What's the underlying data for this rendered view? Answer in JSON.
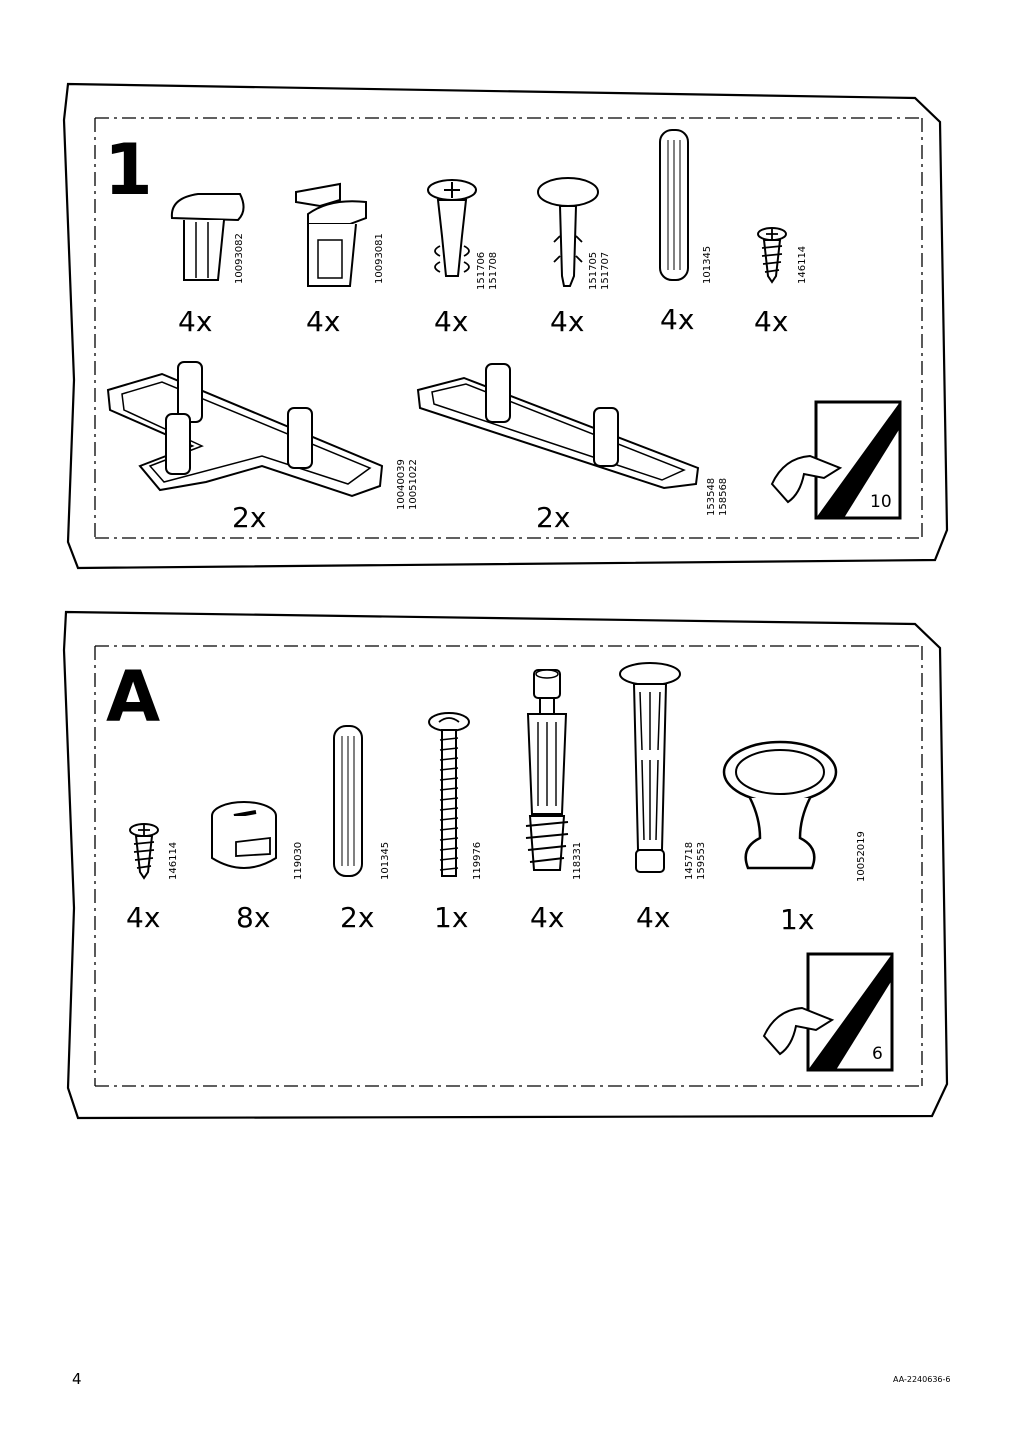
{
  "panel1": {
    "id": "1",
    "parts": [
      {
        "code": "10093082",
        "qty": "4x",
        "icon": "cap-fitting-icon"
      },
      {
        "code": "10093081",
        "qty": "4x",
        "icon": "bracket-clip-icon"
      },
      {
        "code": "151706\n151708",
        "qty": "4x",
        "icon": "expansion-plug-icon"
      },
      {
        "code": "151705\n151707",
        "qty": "4x",
        "icon": "round-head-plug-icon"
      },
      {
        "code": "101345",
        "qty": "4x",
        "icon": "wooden-dowel-icon"
      },
      {
        "code": "146114",
        "qty": "4x",
        "icon": "small-screw-icon"
      },
      {
        "code": "10040039\n10051022",
        "qty": "2x",
        "icon": "t-shaped-foot-icon"
      },
      {
        "code": "153548\n158568",
        "qty": "2x",
        "icon": "straight-foot-icon"
      }
    ],
    "booklet_page": "10"
  },
  "panelA": {
    "id": "A",
    "parts": [
      {
        "code": "146114",
        "qty": "4x",
        "icon": "small-screw-icon"
      },
      {
        "code": "119030",
        "qty": "8x",
        "icon": "cam-lock-icon"
      },
      {
        "code": "101345",
        "qty": "2x",
        "icon": "wooden-dowel-icon"
      },
      {
        "code": "119976",
        "qty": "1x",
        "icon": "long-bolt-icon"
      },
      {
        "code": "118331",
        "qty": "4x",
        "icon": "cam-bolt-icon"
      },
      {
        "code": "145718\n159553",
        "qty": "4x",
        "icon": "plastic-peg-icon"
      },
      {
        "code": "10052019",
        "qty": "1x",
        "icon": "knob-icon"
      }
    ],
    "booklet_page": "6"
  },
  "footer": {
    "page_number": "4",
    "document_code": "AA-2240636-6"
  }
}
